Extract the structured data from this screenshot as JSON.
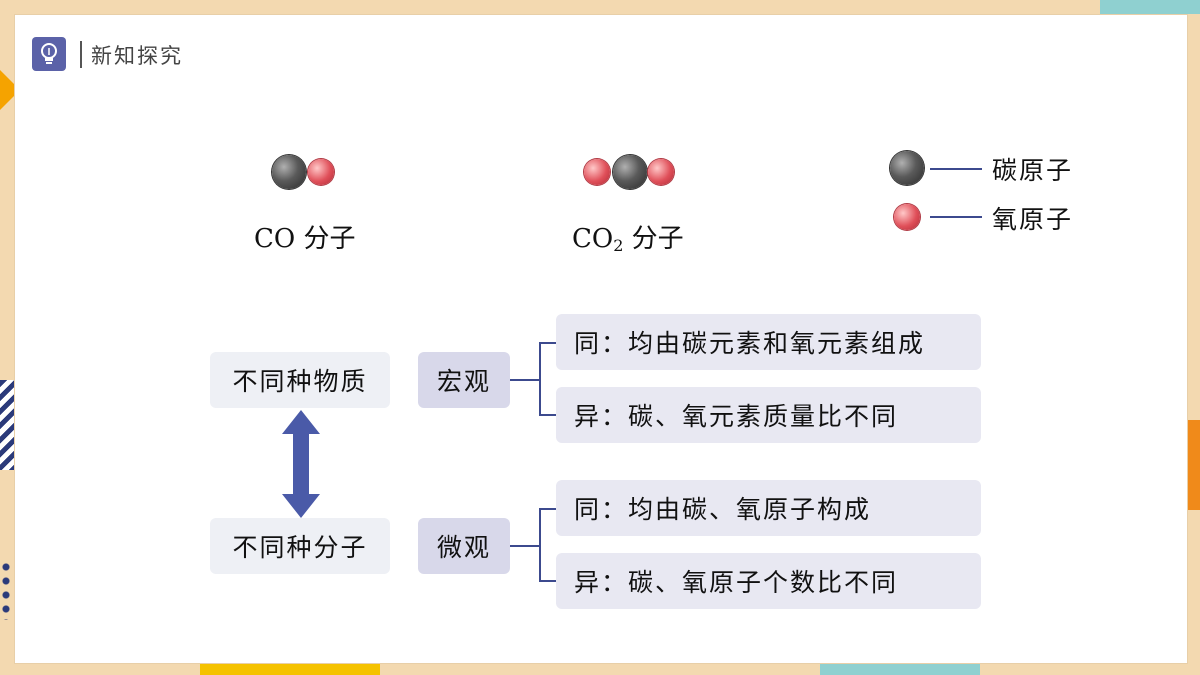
{
  "header": {
    "title": "新知探究",
    "icon": "lightbulb-icon"
  },
  "molecules": [
    {
      "label_main": "CO",
      "label_sub": "",
      "label_tail": " 分子",
      "atoms": [
        "C",
        "O"
      ]
    },
    {
      "label_main": "CO",
      "label_sub": "2",
      "label_tail": " 分子",
      "atoms": [
        "O",
        "C",
        "O"
      ]
    }
  ],
  "legend": [
    {
      "label": "碳原子",
      "atom": "C"
    },
    {
      "label": "氧原子",
      "atom": "O"
    }
  ],
  "mindmap": {
    "left_top": "不同种物质",
    "left_bottom": "不同种分子",
    "macro": {
      "label": "宏观",
      "same": "同：均由碳元素和氧元素组成",
      "diff": "异：碳、氧元素质量比不同"
    },
    "micro": {
      "label": "微观",
      "same": "同：均由碳、氧原子构成",
      "diff": "异：碳、氧原子个数比不同"
    }
  },
  "colors": {
    "accent": "#5b62a8",
    "connector": "#3c4a8e",
    "carbon": "#4a4a4a",
    "oxygen": "#e0505a"
  }
}
